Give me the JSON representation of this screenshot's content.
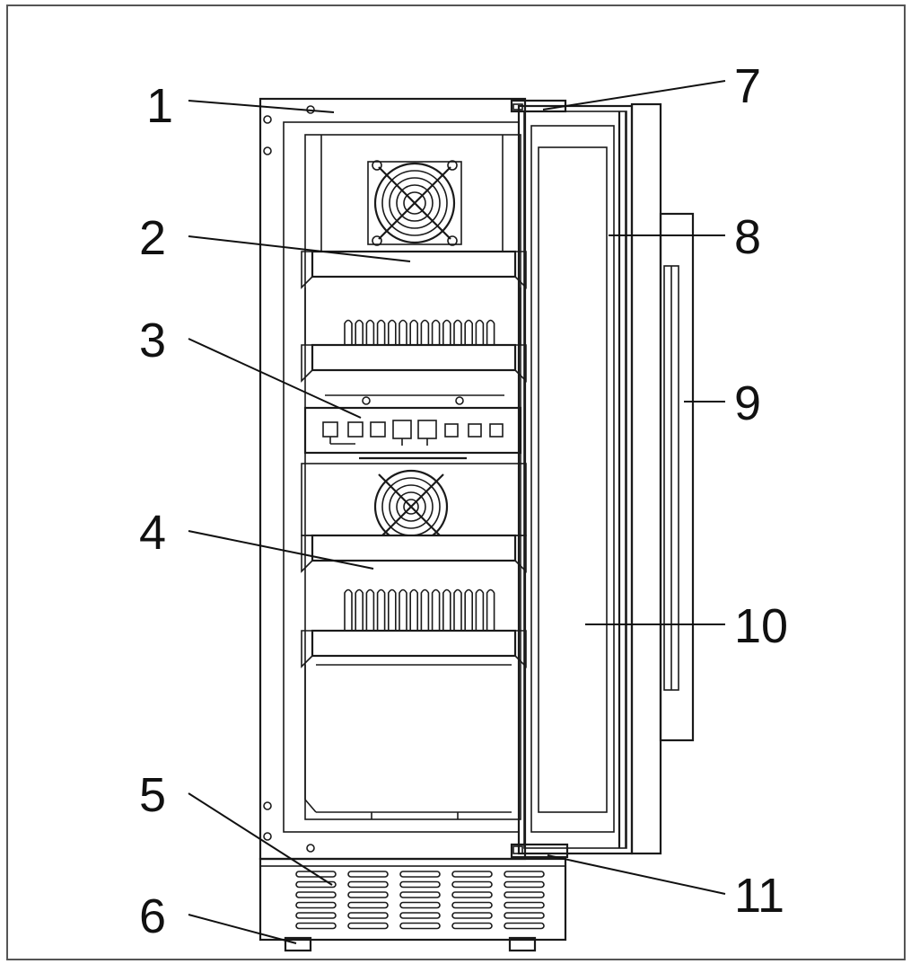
{
  "diagram": {
    "callouts": [
      {
        "id": "1",
        "label": "1"
      },
      {
        "id": "2",
        "label": "2"
      },
      {
        "id": "3",
        "label": "3"
      },
      {
        "id": "4",
        "label": "4"
      },
      {
        "id": "5",
        "label": "5"
      },
      {
        "id": "6",
        "label": "6"
      },
      {
        "id": "7",
        "label": "7"
      },
      {
        "id": "8",
        "label": "8"
      },
      {
        "id": "9",
        "label": "9"
      },
      {
        "id": "10",
        "label": "10"
      },
      {
        "id": "11",
        "label": "11"
      }
    ],
    "colors": {
      "line": "#1a1a1a",
      "background": "#ffffff",
      "frame": "#555555"
    }
  }
}
